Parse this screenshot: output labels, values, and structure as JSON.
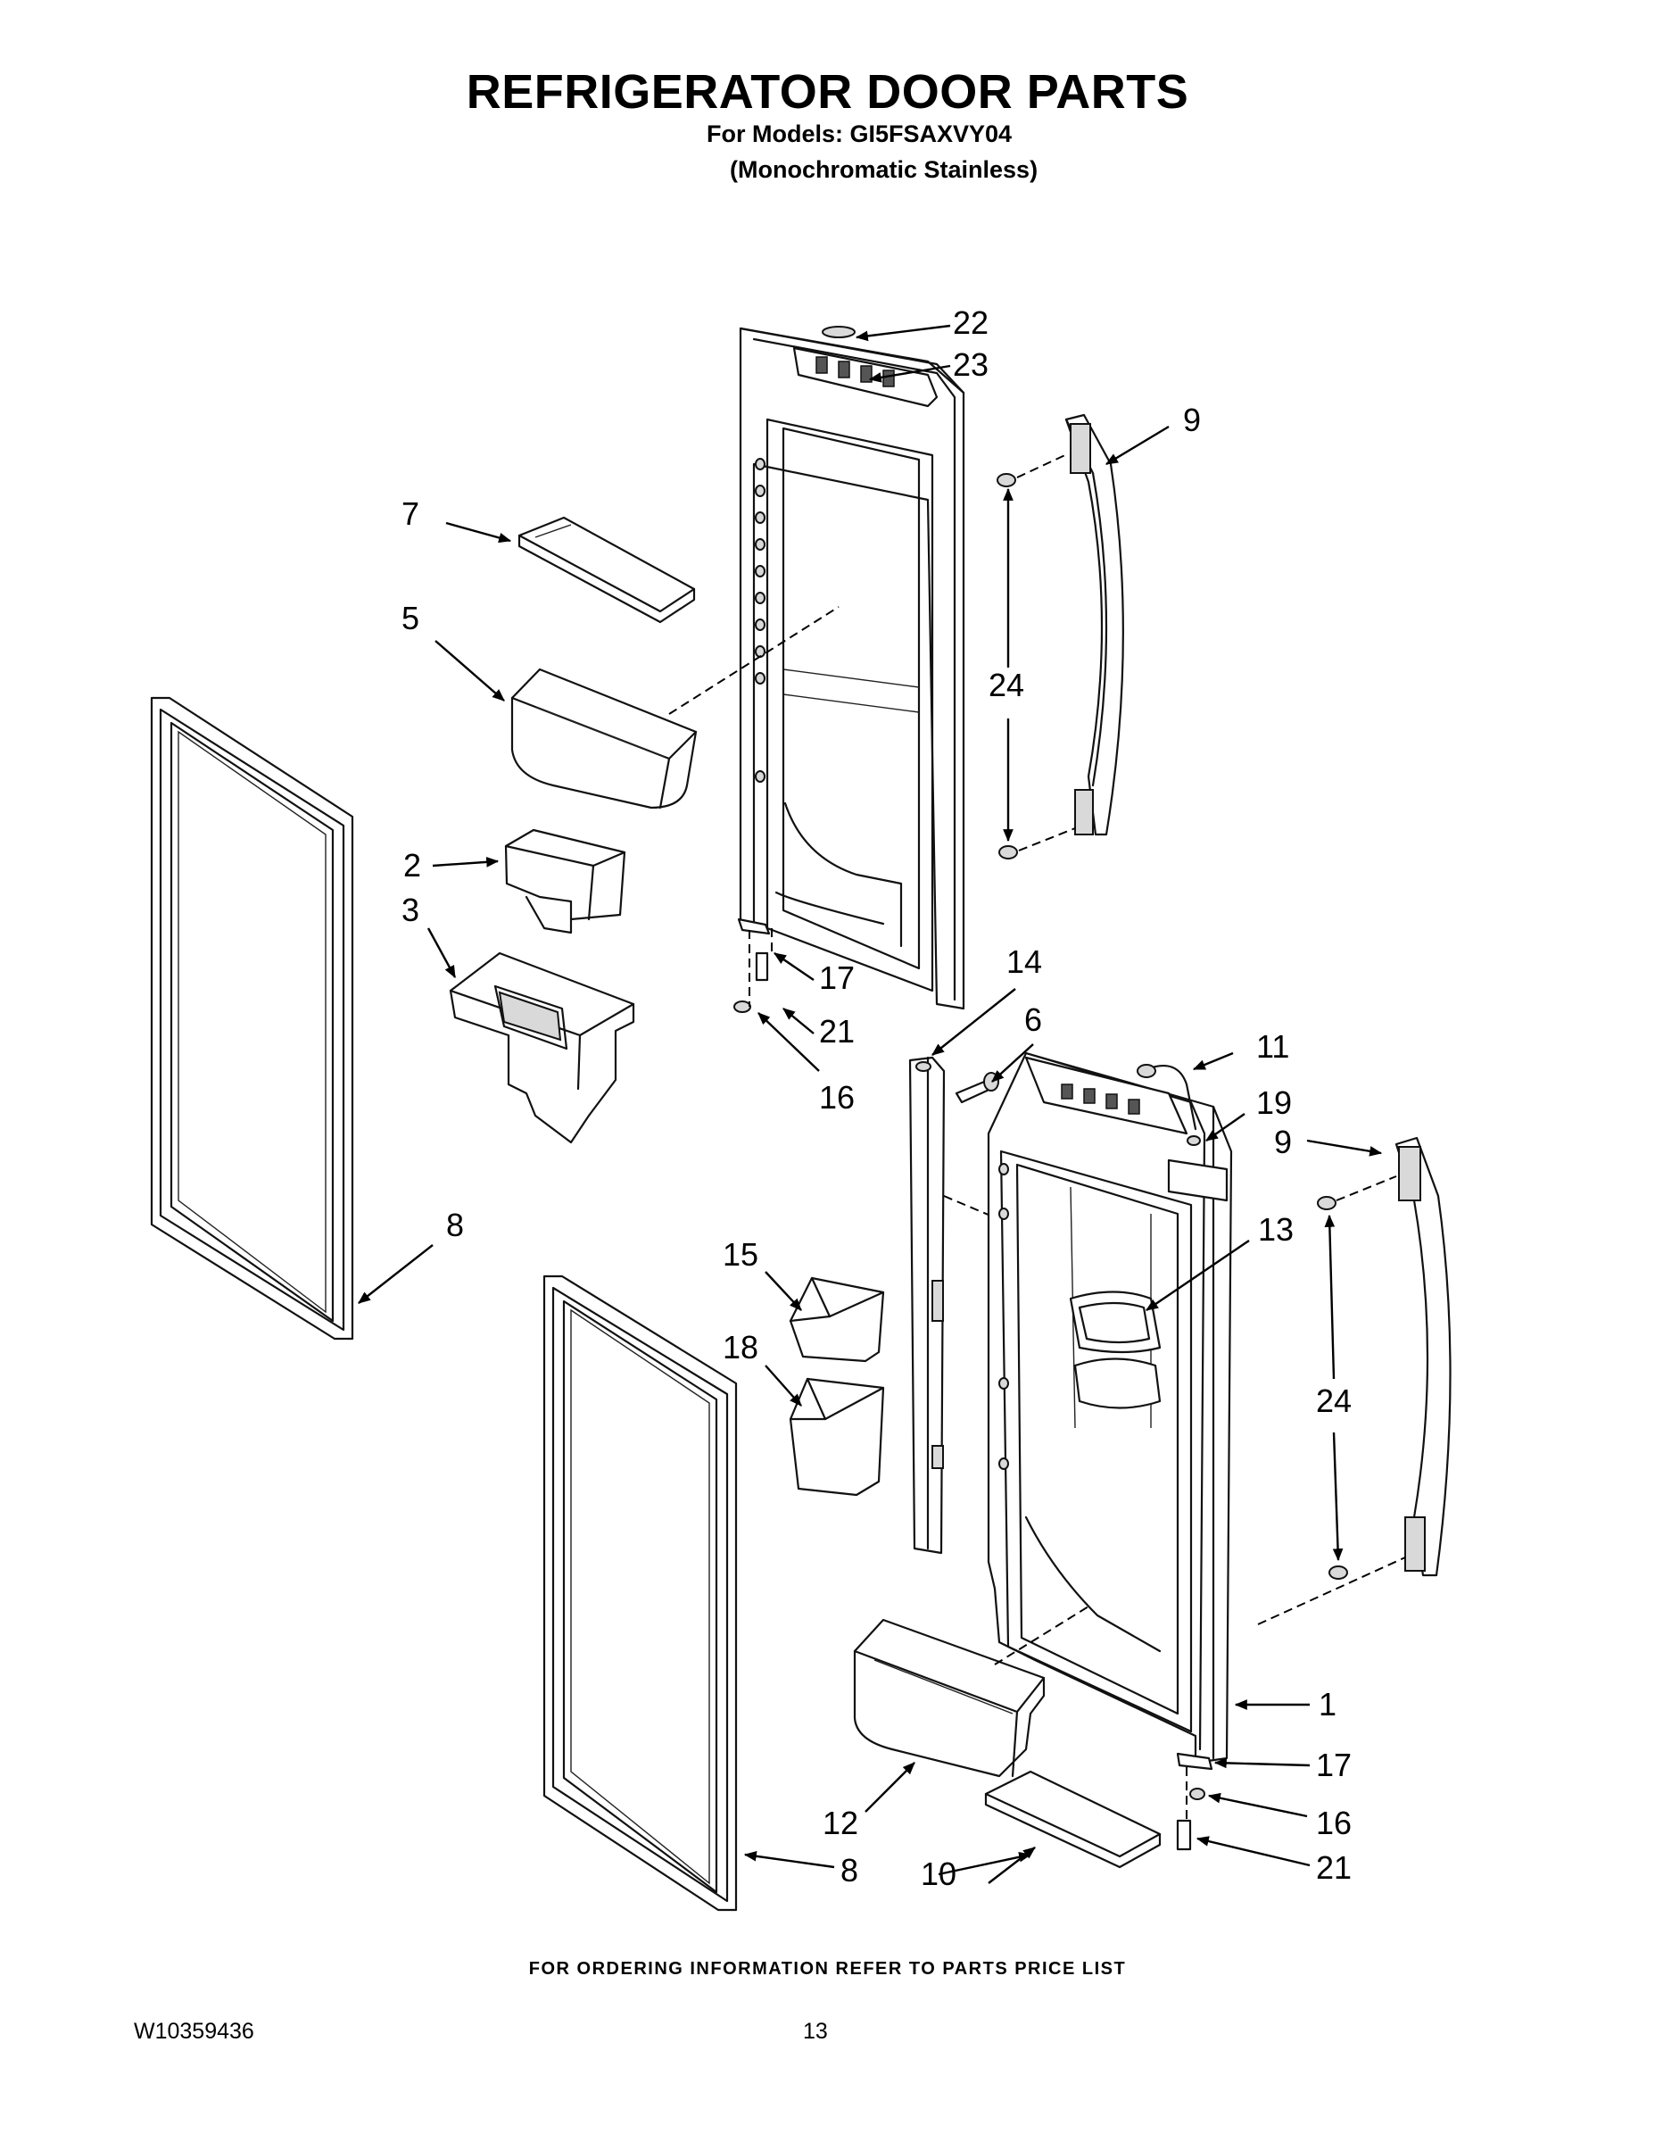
{
  "header": {
    "title": "REFRIGERATOR DOOR PARTS",
    "models_line": "For Models: GI5FSAXVY04",
    "variant_line": "(Monochromatic Stainless)"
  },
  "callouts": {
    "c1": "1",
    "c2": "2",
    "c3": "3",
    "c5": "5",
    "c6": "6",
    "c7": "7",
    "c8a": "8",
    "c8b": "8",
    "c9a": "9",
    "c9b": "9",
    "c10": "10",
    "c11": "11",
    "c12": "12",
    "c13": "13",
    "c14": "14",
    "c15": "15",
    "c16a": "16",
    "c16b": "16",
    "c17a": "17",
    "c17b": "17",
    "c18": "18",
    "c19": "19",
    "c21a": "21",
    "c21b": "21",
    "c22": "22",
    "c23": "23",
    "c24a": "24",
    "c24b": "24"
  },
  "footer": {
    "note": "FOR ORDERING INFORMATION REFER TO PARTS PRICE LIST",
    "doc_number": "W10359436",
    "page_number": "13"
  }
}
